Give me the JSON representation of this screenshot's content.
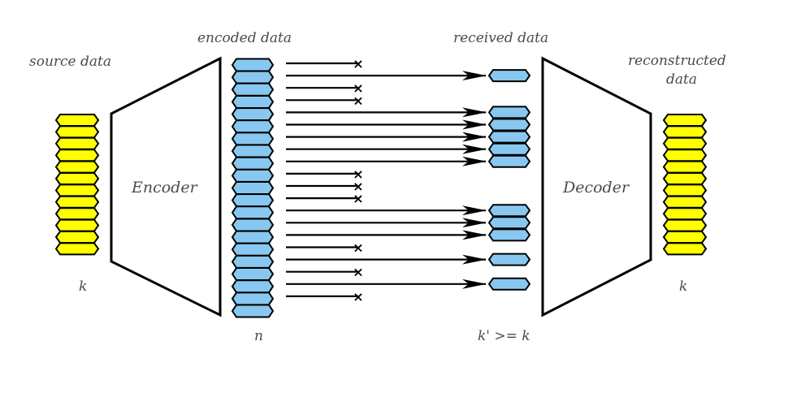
{
  "labels": {
    "source_data": "source data",
    "encoded_data": "encoded data",
    "received_data": "received data",
    "reconstructed_line1": "reconstructed",
    "reconstructed_line2": "data",
    "encoder": "Encoder",
    "decoder": "Decoder",
    "k_source": "k",
    "n_encoded": "n",
    "k_received": "k' >= k",
    "k_reconstructed": "k"
  },
  "counts": {
    "source_blocks": 12,
    "encoded_blocks": 21,
    "reconstructed_blocks": 12
  },
  "packets": [
    {
      "index": 0,
      "received": false
    },
    {
      "index": 1,
      "received": true,
      "group": 0
    },
    {
      "index": 2,
      "received": false
    },
    {
      "index": 3,
      "received": false
    },
    {
      "index": 4,
      "received": true,
      "group": 1
    },
    {
      "index": 5,
      "received": true,
      "group": 1
    },
    {
      "index": 6,
      "received": true,
      "group": 1
    },
    {
      "index": 7,
      "received": true,
      "group": 1
    },
    {
      "index": 8,
      "received": true,
      "group": 1
    },
    {
      "index": 9,
      "received": false
    },
    {
      "index": 10,
      "received": false
    },
    {
      "index": 11,
      "received": false
    },
    {
      "index": 12,
      "received": true,
      "group": 2
    },
    {
      "index": 13,
      "received": true,
      "group": 2
    },
    {
      "index": 14,
      "received": true,
      "group": 2
    },
    {
      "index": 15,
      "received": false
    },
    {
      "index": 16,
      "received": true,
      "group": 3
    },
    {
      "index": 17,
      "received": false
    },
    {
      "index": 18,
      "received": true,
      "group": 4
    },
    {
      "index": 19,
      "received": false
    }
  ],
  "colors": {
    "source_fill": "#ffff00",
    "encoded_fill": "#88c8f0",
    "outline": "#000000",
    "label_text": "#4a4a4a"
  }
}
